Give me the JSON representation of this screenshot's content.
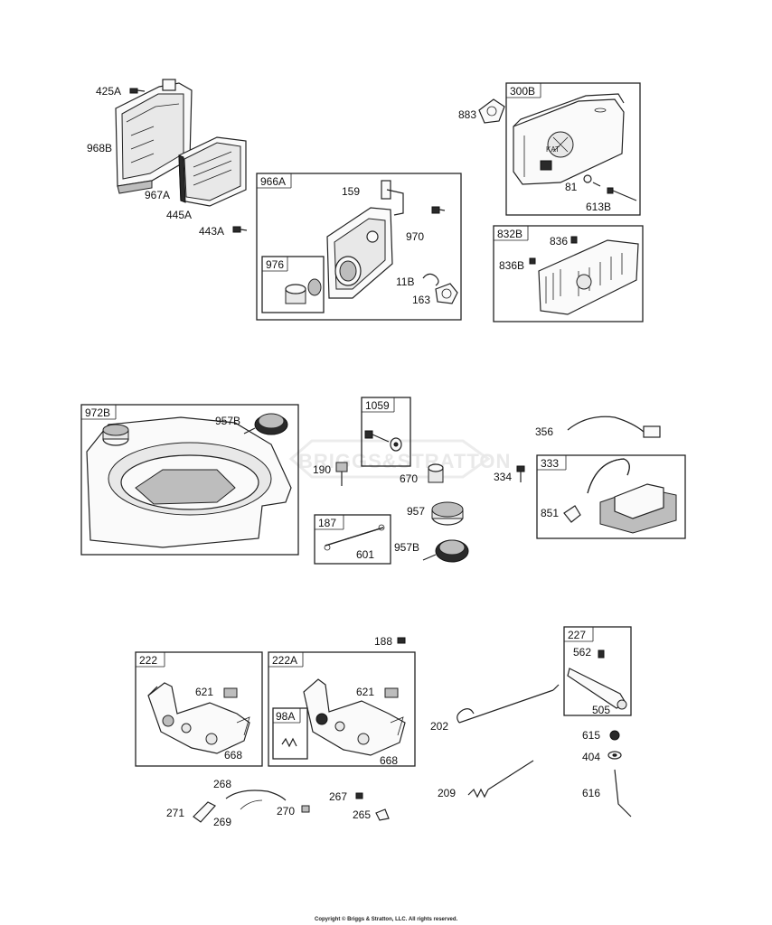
{
  "labels": {
    "p425A": "425A",
    "p968B": "968B",
    "p967A": "967A",
    "p445A": "445A",
    "p443A": "443A",
    "p966A": "966A",
    "p159": "159",
    "p970": "970",
    "p976": "976",
    "p11B": "11B",
    "p163": "163",
    "p883": "883",
    "p300B": "300B",
    "p81": "81",
    "p613B": "613B",
    "p832B": "832B",
    "p836": "836",
    "p836B": "836B",
    "p972B": "972B",
    "p957B_a": "957B",
    "p1059": "1059",
    "p190": "190",
    "p670": "670",
    "p187": "187",
    "p601": "601",
    "p957": "957",
    "p957B_b": "957B",
    "p356": "356",
    "p334": "334",
    "p333": "333",
    "p851": "851",
    "p188": "188",
    "p222": "222",
    "p621_a": "621",
    "p668_a": "668",
    "p222A": "222A",
    "p621_b": "621",
    "p98A": "98A",
    "p668_b": "668",
    "p227": "227",
    "p562": "562",
    "p505": "505",
    "p202": "202",
    "p615": "615",
    "p404": "404",
    "p616": "616",
    "p209": "209",
    "p268": "268",
    "p271": "271",
    "p269": "269",
    "p270": "270",
    "p267": "267",
    "p265": "265"
  },
  "watermark": "BRIGGS&STRATTON",
  "copyright": "Copyright © Briggs & Stratton, LLC. All rights reserved."
}
